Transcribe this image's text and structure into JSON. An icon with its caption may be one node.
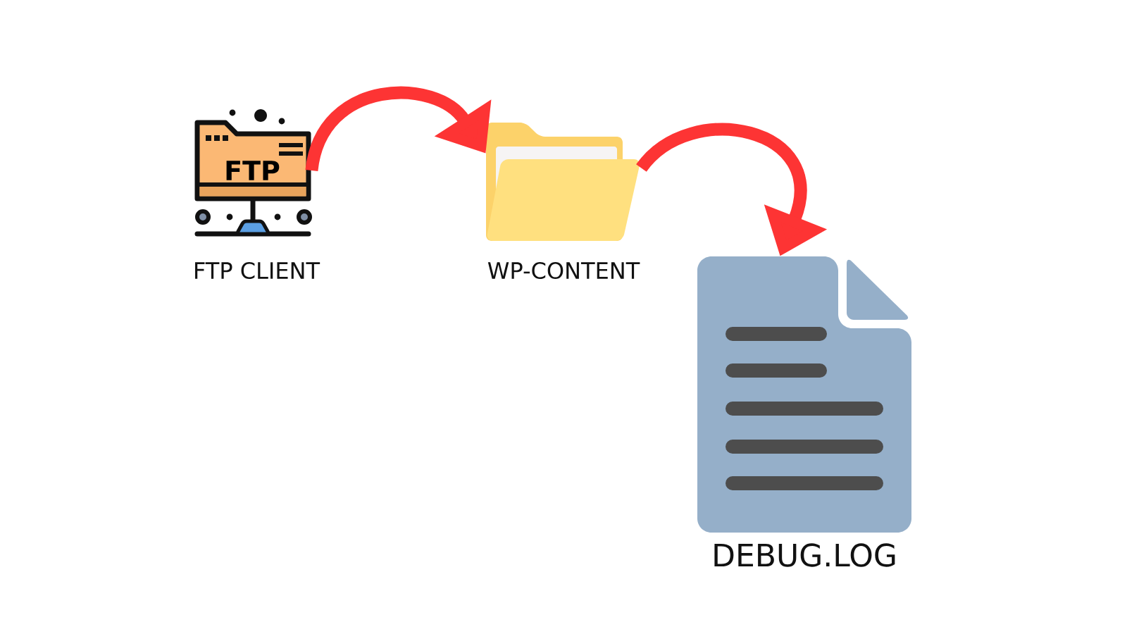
{
  "diagram": {
    "nodes": [
      {
        "text": [
          "FTP"
        ],
        "beside": [
          "FTP CLIENT"
        ]
      },
      {
        "text": [],
        "shape": "picture",
        "beside": [
          "WP-CONTENT"
        ]
      },
      {
        "text": [],
        "shape": "picture",
        "beside": [
          "DEBUG.LOG"
        ]
      }
    ],
    "edges": [
      {
        "from": 0,
        "to": 1,
        "arrow": "to"
      },
      {
        "from": 1,
        "to": 2,
        "arrow": "to"
      }
    ]
  }
}
